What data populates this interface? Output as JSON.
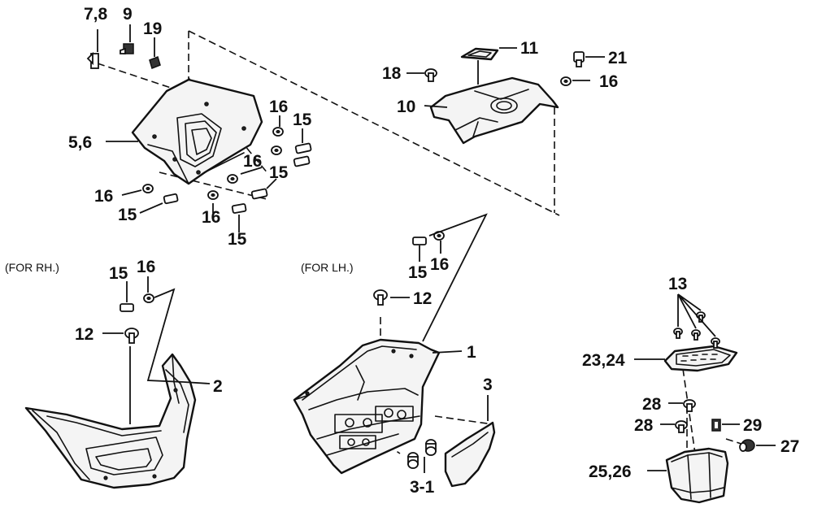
{
  "notes": {
    "rh": "(FOR RH.)",
    "lh": "(FOR LH.)"
  },
  "callouts": [
    {
      "id": "c-7-8",
      "text": "7,8"
    },
    {
      "id": "c-9",
      "text": "9"
    },
    {
      "id": "c-19",
      "text": "19"
    },
    {
      "id": "c-5-6",
      "text": "5,6"
    },
    {
      "id": "c-16-a",
      "text": "16"
    },
    {
      "id": "c-15-a",
      "text": "15"
    },
    {
      "id": "c-16-b",
      "text": "16"
    },
    {
      "id": "c-15-b",
      "text": "15"
    },
    {
      "id": "c-16-c",
      "text": "16"
    },
    {
      "id": "c-15-c",
      "text": "15"
    },
    {
      "id": "c-16-d",
      "text": "16"
    },
    {
      "id": "c-15-d",
      "text": "15"
    },
    {
      "id": "c-11",
      "text": "11"
    },
    {
      "id": "c-21",
      "text": "21"
    },
    {
      "id": "c-18",
      "text": "18"
    },
    {
      "id": "c-16-e",
      "text": "16"
    },
    {
      "id": "c-10",
      "text": "10"
    },
    {
      "id": "c-15-e",
      "text": "15"
    },
    {
      "id": "c-16-f",
      "text": "16"
    },
    {
      "id": "c-12-a",
      "text": "12"
    },
    {
      "id": "c-1",
      "text": "1"
    },
    {
      "id": "c-3",
      "text": "3"
    },
    {
      "id": "c-3-1",
      "text": "3-1"
    },
    {
      "id": "c-15-f",
      "text": "15"
    },
    {
      "id": "c-16-g",
      "text": "16"
    },
    {
      "id": "c-12-b",
      "text": "12"
    },
    {
      "id": "c-2",
      "text": "2"
    },
    {
      "id": "c-13",
      "text": "13"
    },
    {
      "id": "c-23-24",
      "text": "23,24"
    },
    {
      "id": "c-28-a",
      "text": "28"
    },
    {
      "id": "c-28-b",
      "text": "28"
    },
    {
      "id": "c-29",
      "text": "29"
    },
    {
      "id": "c-27",
      "text": "27"
    },
    {
      "id": "c-25-26",
      "text": "25,26"
    }
  ]
}
